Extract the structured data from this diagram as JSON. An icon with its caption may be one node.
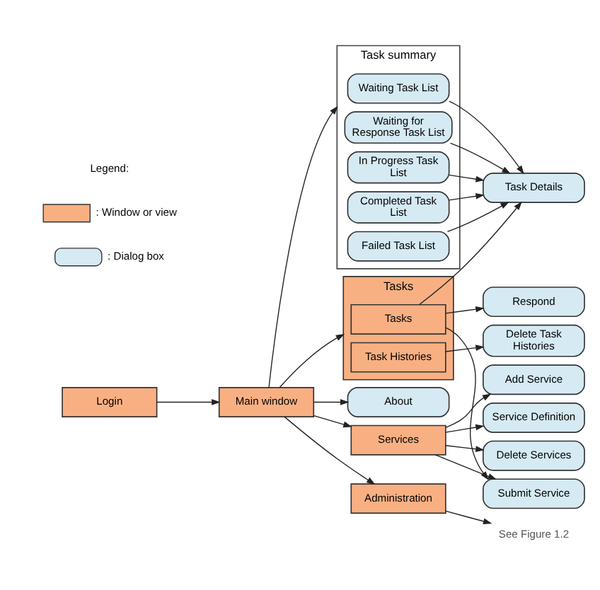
{
  "diagram": {
    "nodes": [
      {
        "text": [
          "Login"
        ]
      },
      {
        "text": [
          "Main window"
        ]
      },
      {
        "text": [
          "Task summary"
        ]
      },
      {
        "text": [
          "Waiting Task List"
        ],
        "in": 2
      },
      {
        "text": [
          "Waiting for Response Task List"
        ],
        "in": 2
      },
      {
        "text": [
          "In Progress Task List"
        ],
        "in": 2
      },
      {
        "text": [
          "Completed Task List"
        ],
        "in": 2
      },
      {
        "text": [
          "Failed Task List"
        ],
        "in": 2
      },
      {
        "text": [
          "About"
        ]
      },
      {
        "text": [
          "Services"
        ]
      },
      {
        "text": [
          "Tasks"
        ]
      },
      {
        "text": [
          "Tasks"
        ],
        "in": 10
      },
      {
        "text": [
          "Task Histories"
        ],
        "in": 10
      },
      {
        "text": [
          "Administration"
        ]
      },
      {
        "text": [
          "Add Service"
        ]
      },
      {
        "text": [
          "Service Definition"
        ]
      },
      {
        "text": [
          "Delete Services"
        ]
      },
      {
        "text": [
          "Submit Service"
        ]
      },
      {
        "text": [
          "Task Details"
        ]
      },
      {
        "text": [
          "Respond"
        ]
      },
      {
        "text": [
          "Delete Task Histories"
        ]
      },
      {
        "text": [
          "See Figure 1.2"
        ]
      }
    ],
    "edges": [
      {
        "from": 0,
        "to": 1,
        "arrow": "to"
      },
      {
        "from": 1,
        "to": 8,
        "arrow": "to"
      },
      {
        "from": 1,
        "to": 9,
        "arrow": "to"
      },
      {
        "from": 1,
        "to": 10,
        "arrow": "to"
      },
      {
        "from": 1,
        "to": 13,
        "arrow": "to"
      },
      {
        "from": 1,
        "to": 2,
        "arrow": "to"
      },
      {
        "from": 9,
        "to": 14,
        "arrow": "to"
      },
      {
        "from": 9,
        "to": 15,
        "arrow": "to"
      },
      {
        "from": 9,
        "to": 16,
        "arrow": "to"
      },
      {
        "from": 9,
        "to": 17,
        "arrow": "to"
      },
      {
        "from": 11,
        "to": 17,
        "arrow": "to"
      },
      {
        "from": 11,
        "to": 18,
        "arrow": "to"
      },
      {
        "from": 11,
        "to": 19,
        "arrow": "to"
      },
      {
        "from": 12,
        "to": 20,
        "arrow": "to"
      },
      {
        "from": 13,
        "to": 21,
        "arrow": "to"
      },
      {
        "from": 3,
        "to": 18,
        "arrow": "to"
      },
      {
        "from": 4,
        "to": 18,
        "arrow": "to"
      },
      {
        "from": 5,
        "to": 18,
        "arrow": "to"
      },
      {
        "from": 6,
        "to": 18,
        "arrow": "to"
      },
      {
        "from": 7,
        "to": 18,
        "arrow": "to"
      }
    ],
    "labels": [
      "Legend:"
    ],
    "legend": [
      {
        "text": ": Window or view",
        "color": "#f8b083"
      },
      {
        "text": ": Dialog box",
        "color": "#d5eaf3"
      }
    ]
  }
}
